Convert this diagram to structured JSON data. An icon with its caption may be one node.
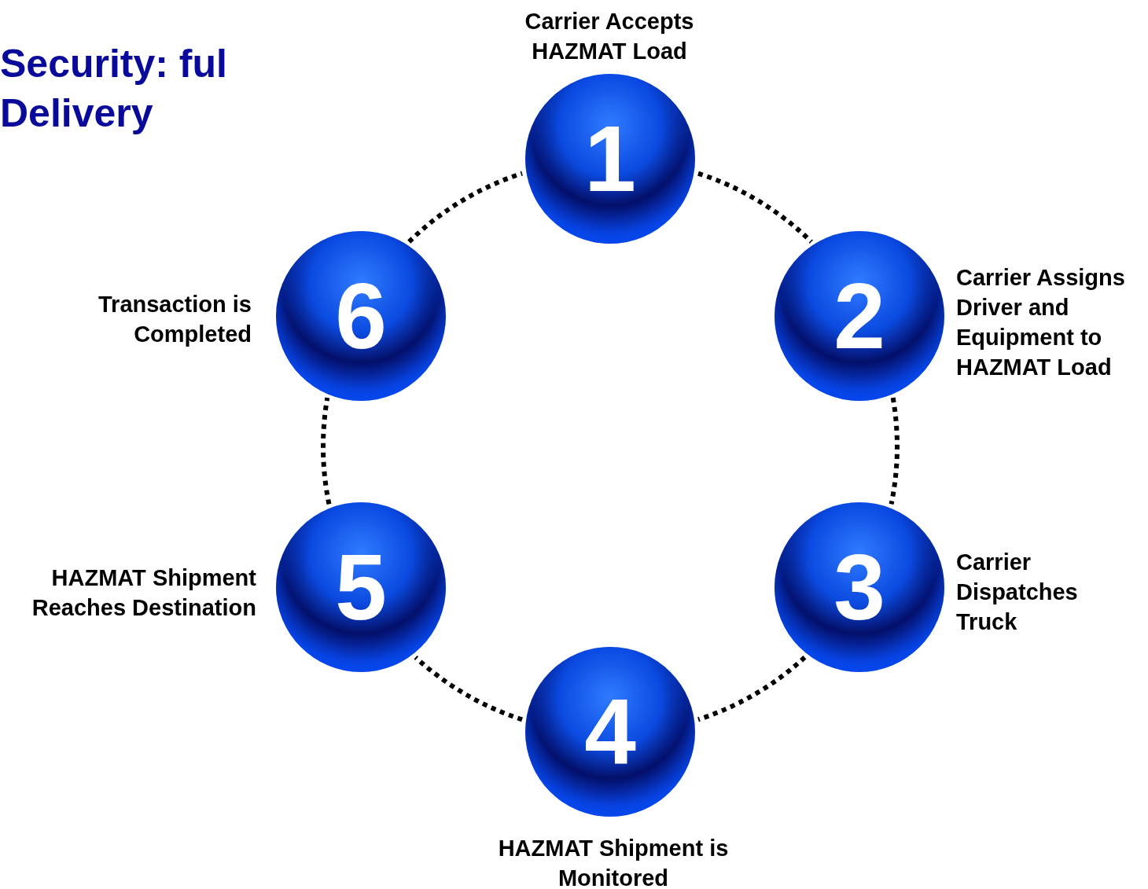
{
  "diagram": {
    "title": "Security: ful Delivery",
    "nodes": [
      {
        "text": [
          "1"
        ],
        "beside": [
          "Carrier Accepts HAZMAT Load"
        ]
      },
      {
        "text": [
          "2"
        ],
        "beside": [
          "Carrier Assigns Driver and Equipment to HAZMAT Load"
        ]
      },
      {
        "text": [
          "3"
        ],
        "beside": [
          "Carrier Dispatches Truck"
        ]
      },
      {
        "text": [
          "4"
        ],
        "beside": [
          "HAZMAT Shipment is Monitored"
        ]
      },
      {
        "text": [
          "5"
        ],
        "beside": [
          "HAZMAT Shipment Reaches Destination"
        ]
      },
      {
        "text": [
          "6"
        ],
        "beside": [
          "Transaction is Completed"
        ]
      }
    ],
    "edges": [
      {
        "from": 0,
        "to": 1,
        "arrow": "none",
        "style": "dashed"
      },
      {
        "from": 1,
        "to": 2,
        "arrow": "none",
        "style": "dashed"
      },
      {
        "from": 2,
        "to": 3,
        "arrow": "none",
        "style": "dashed"
      },
      {
        "from": 3,
        "to": 4,
        "arrow": "none",
        "style": "dashed"
      },
      {
        "from": 4,
        "to": 5,
        "arrow": "none",
        "style": "dashed"
      },
      {
        "from": 5,
        "to": 0,
        "arrow": "none",
        "style": "dashed"
      }
    ]
  }
}
